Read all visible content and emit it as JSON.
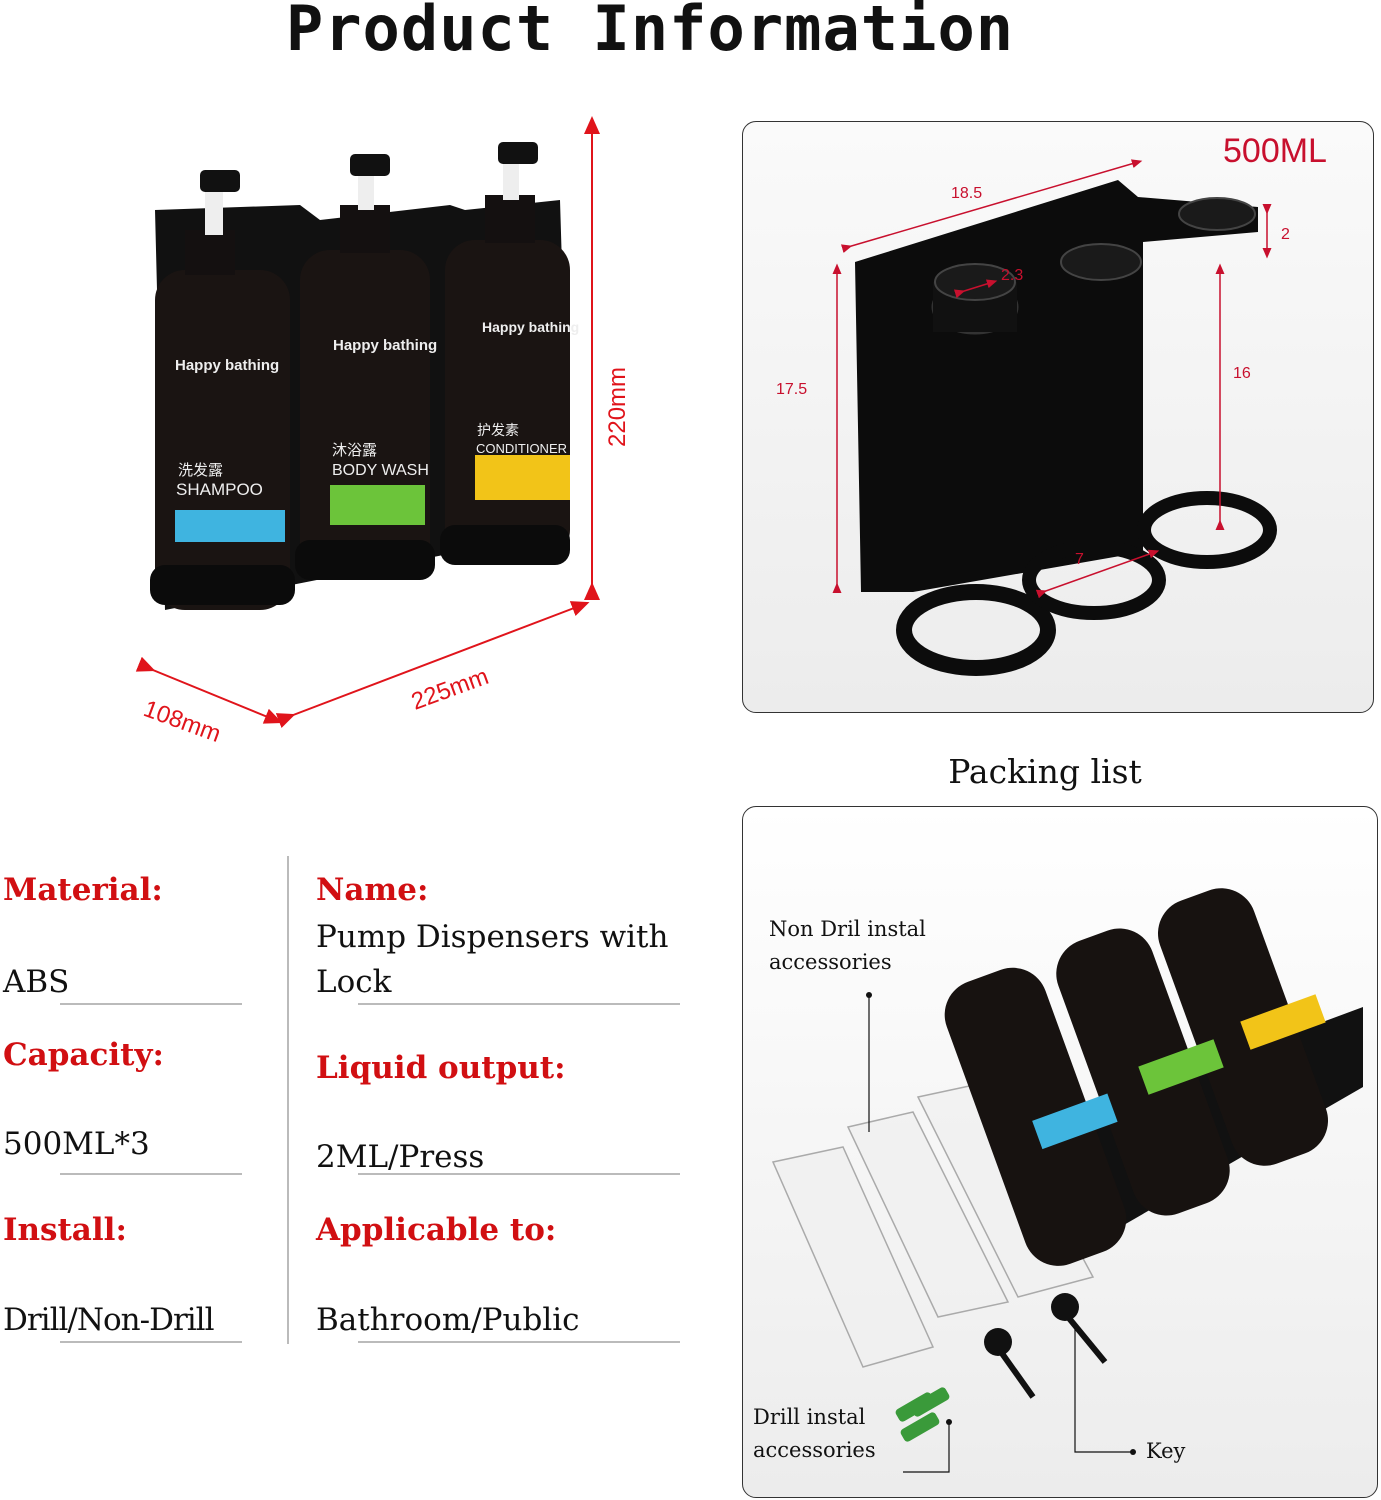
{
  "title": "Product Information",
  "dimensions_image": {
    "height": "220mm",
    "width": "225mm",
    "depth": "108mm",
    "bottles": [
      {
        "brand": "Happy bathing",
        "cn": "洗发露",
        "name": "SHAMPOO",
        "color": "#3fb4e0"
      },
      {
        "brand": "Happy bathing",
        "cn": "沐浴露",
        "name": "BODY WASH",
        "color": "#6cc43a"
      },
      {
        "brand": "Happy bathing",
        "cn": "护发素",
        "name": "CONDITIONER",
        "color": "#f2c418"
      }
    ]
  },
  "holder_image": {
    "capacity": "500ML",
    "width": "18.5",
    "top_height": "2",
    "hole": "2.3",
    "height": "17.5",
    "inner_height": "16",
    "ring": "7"
  },
  "packing_list": {
    "title": "Packing list",
    "non_drill": "Non Dril instal accessories",
    "drill": "Drill instal accessories",
    "key": "Key"
  },
  "specs": [
    {
      "label": "Material:",
      "value": "ABS"
    },
    {
      "label": "Name:",
      "value": "Pump Dispensers with Lock"
    },
    {
      "label": "Capacity:",
      "value": "500ML*3"
    },
    {
      "label": "Liquid output:",
      "value": "2ML/Press"
    },
    {
      "label": "Install:",
      "value": "Drill/Non-Drill"
    },
    {
      "label": "Applicable to:",
      "value": "Bathroom/Public"
    }
  ],
  "colors": {
    "accent": "#d10f12",
    "dimension": "#c8102e"
  }
}
